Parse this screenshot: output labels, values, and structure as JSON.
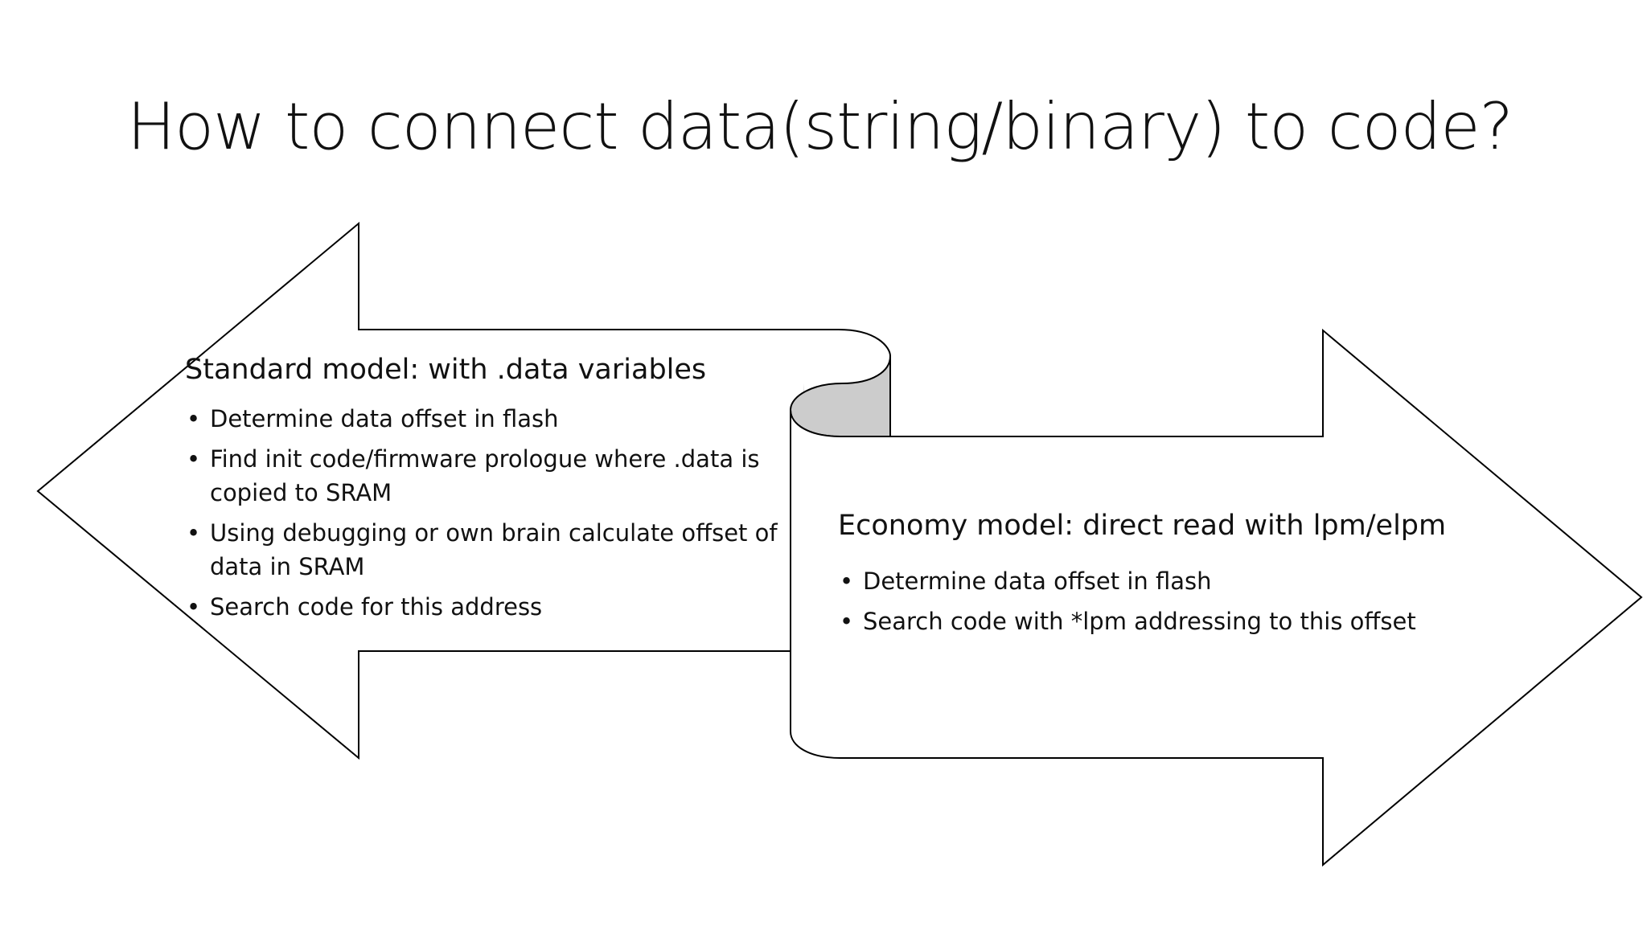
{
  "slide": {
    "title": "How to connect data(string/binary) to code?"
  },
  "diagram": {
    "left_arrow": {
      "heading": "Standard model: with .data variables",
      "items": [
        "Determine data offset in flash",
        "Find init code/firmware prologue where .data is copied to SRAM",
        "Using debugging or own brain calculate offset of data in SRAM",
        "Search code for this address"
      ]
    },
    "right_arrow": {
      "heading": "Economy model: direct read with lpm/elpm",
      "items": [
        "Determine data offset in flash",
        "Search code with *lpm addressing to this offset"
      ]
    },
    "colors": {
      "fill": "#ffffff",
      "stroke": "#000000",
      "fold_shade": "#cccccc"
    }
  }
}
